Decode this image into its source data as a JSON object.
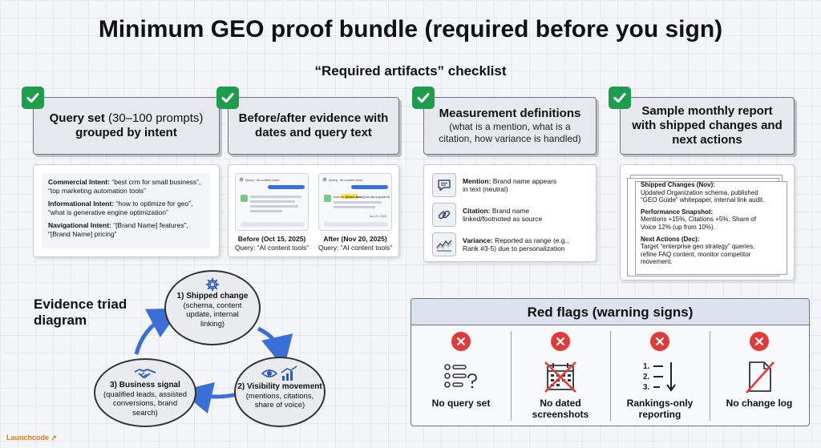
{
  "title": "Minimum GEO proof bundle (required before you sign)",
  "checklist_heading": "“Required artifacts” checklist",
  "artifacts": [
    {
      "title_bold": "Query set",
      "title_light": " (30–100 prompts)",
      "title_line2": "grouped by intent"
    },
    {
      "title_line1": "Before/after evidence with",
      "title_line2": "dates and query text"
    },
    {
      "title_line1": "Measurement definitions",
      "subtitle_line1": "(what is a mention, what is a",
      "subtitle_line2": "citation, how variance is handled)"
    },
    {
      "title_line1": "Sample monthly report",
      "title_line2": "with shipped changes and",
      "title_line3": "next actions"
    }
  ],
  "query_set": [
    {
      "intent": "Commercial Intent:",
      "line1": " “best crm for small business”,",
      "line2": "“top marketing automation tools”"
    },
    {
      "intent": "Informational Intent:",
      "line1": " “how to optimize for geo”,",
      "line2": "“what is generative engine optimization”"
    },
    {
      "intent": "Navigational Intent:",
      "line1": " “[Brand Name] features”,",
      "line2": "“[Brand Name] pricing”"
    }
  ],
  "screenshots": {
    "query_label": "Query: “AI content tools”",
    "after_snippet_pre": "tools like ",
    "after_snippet_brand": "[Brand Name]",
    "after_snippet_post": " are also popular for",
    "after_date": "Nov 20, 2025",
    "before_caption": "Before (Oct 15, 2025)",
    "before_query": "Query: “AI content tools”",
    "after_caption": "After (Nov 20, 2025)",
    "after_query": "Query: “AI content tools”"
  },
  "definitions": [
    {
      "icon": "chat-bubble-icon",
      "term": "Mention:",
      "line1": " Brand name appears",
      "line2": "in text (neutral)"
    },
    {
      "icon": "link-icon",
      "term": "Citation:",
      "line1": " Brand name",
      "line2": "linked/footnoted as source"
    },
    {
      "icon": "line-chart-icon",
      "term": "Variance:",
      "line1": " Reported as range (e.g.,",
      "line2": "Rank #3-5) due to personalization"
    }
  ],
  "report": {
    "shipped_heading": "Shipped Changes (Nov):",
    "shipped_line1": "Updated Organization schema, published",
    "shipped_line2": "“GEO Guide” whitepaper, internal link audit.",
    "perf_heading": "Performance Snapshot:",
    "perf_line1": "Mentions +15%, Citations +5%, Share of",
    "perf_line2": "Voice 12% (up from 10%).",
    "next_heading": "Next Actions (Dec):",
    "next_line1": "Target “enterprise geo strategy” queries,",
    "next_line2": "refine FAQ content, monitor competitor",
    "next_line3": "movement."
  },
  "triad": {
    "title_line1": "Evidence triad",
    "title_line2": "diagram",
    "nodes": [
      {
        "icon": "gear-icon",
        "title": "1) Shipped change",
        "line1": "(schema, content",
        "line2": "update, internal",
        "line3": "linking)"
      },
      {
        "icon": "eye-chart-icon",
        "title": "2) Visibility movement",
        "line1": "(mentions, citations,",
        "line2": "share of voice)"
      },
      {
        "icon": "handshake-icon",
        "title": "3) Business signal",
        "line1": "(qualified leads, assisted",
        "line2": "conversions, brand",
        "line3": "search)"
      }
    ]
  },
  "red_flags": {
    "heading": "Red flags (warning signs)",
    "items": [
      {
        "icon": "list-question-icon",
        "line1": "No query set",
        "line2": ""
      },
      {
        "icon": "crossed-calendar-icon",
        "line1": "No dated",
        "line2": "screenshots"
      },
      {
        "icon": "ranked-list-icon",
        "line1": "Rankings-only",
        "line2": "reporting",
        "list_1": "1.",
        "list_2": "2.",
        "list_3": "3."
      },
      {
        "icon": "crossed-document-icon",
        "line1": "No change log",
        "line2": ""
      }
    ]
  },
  "brand": "Launchcode",
  "colors": {
    "check_green": "#1f9d4f",
    "flag_red": "#e03a3a",
    "brand_orange": "#e8791b",
    "highlight_yellow": "#ffe14d",
    "accent_blue": "#3b6fd8"
  }
}
